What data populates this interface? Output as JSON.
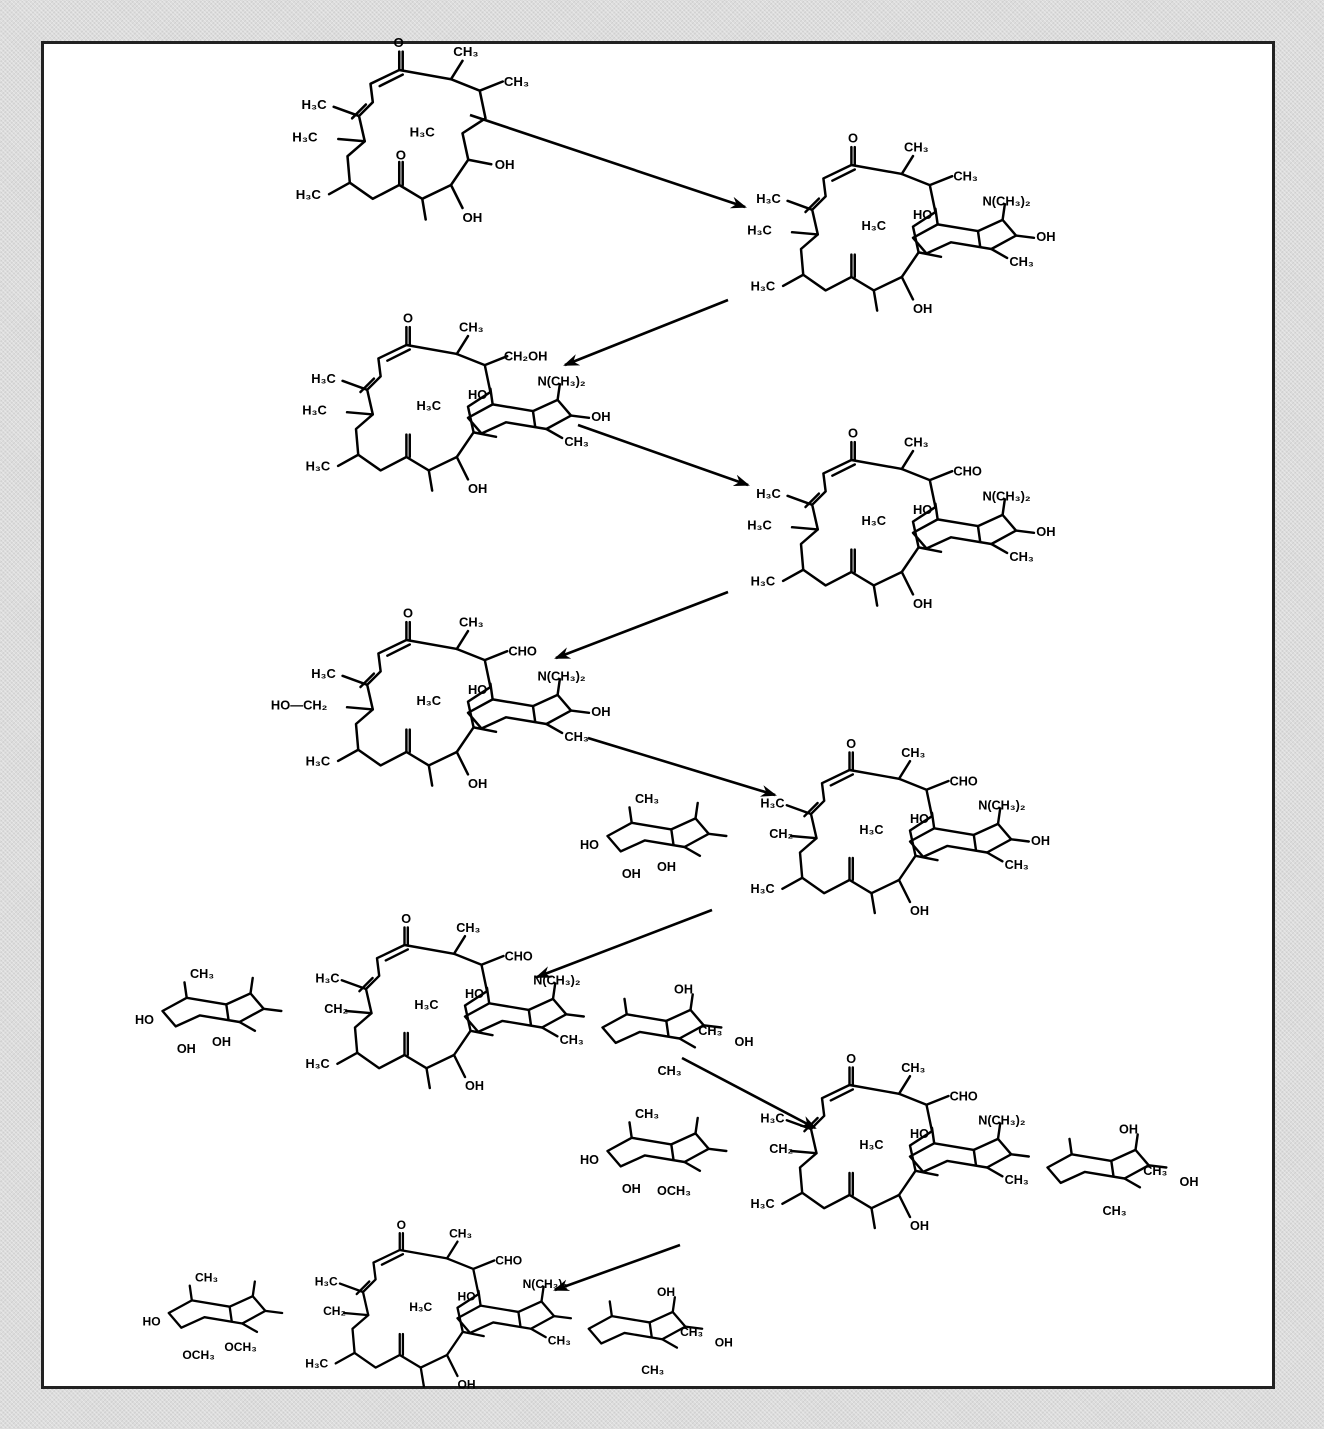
{
  "labels": {
    "ketone_o": "O",
    "lactone_o": "O",
    "ring_o": "O",
    "ch3": "CH₃",
    "h3c": "H₃C",
    "oh": "OH",
    "ho": "HO",
    "choh": "CH₂OH",
    "cho": "CHO",
    "ch2": "CH₂",
    "homethyl": "HO—CH₂",
    "och3": "OCH₃",
    "nme2": "N(CH₃)₂"
  },
  "colors": {
    "background": "#dcdcdc",
    "panel": "#ffffff",
    "ink": "#000000"
  }
}
